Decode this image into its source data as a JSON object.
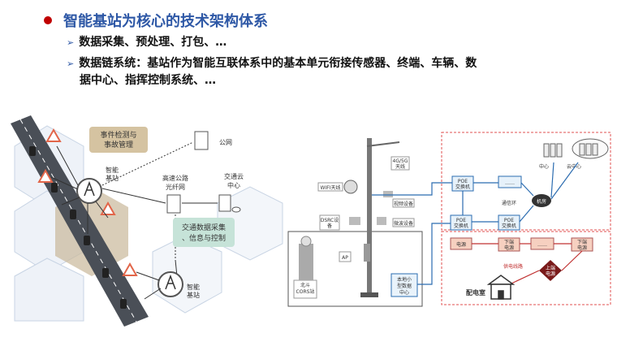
{
  "heading": "智能基站为核心的技术架构体系",
  "bullets": [
    "数据采集、预处理、打包、…",
    "数据链系统：基站作为智能互联体系中的基本单元衔接传感器、终端、车辆、数",
    "据中心、指挥控制系统、…"
  ],
  "left_diagram": {
    "event_box": [
      "事件检测与",
      "事故管理"
    ],
    "station_top": [
      "智能",
      "基站"
    ],
    "highway_net": [
      "高速公路",
      "光纤网"
    ],
    "public_net": "公网",
    "cloud_center": [
      "交通云",
      "中心"
    ],
    "traffic_box": [
      "交通数据采集",
      "、信息与控制"
    ],
    "station_bottom": [
      "智能",
      "基站"
    ]
  },
  "right_diagram": {
    "antenna_4g5g": [
      "4G/5G",
      "天线"
    ],
    "wifi": "WIFI天线",
    "video": "视频设备",
    "dsrc": [
      "DSRC设",
      "备"
    ],
    "radar": "微波设备",
    "ap": "AP",
    "beidou": [
      "北斗",
      "CORS站"
    ],
    "local_dc": [
      "本地小",
      "型数据",
      "中心"
    ],
    "poe_top": [
      "POE",
      "交换机"
    ],
    "poe_mid1": [
      "POE",
      "交换机"
    ],
    "poe_mid2": [
      "POE",
      "交换机"
    ],
    "ellipsis": "……",
    "comm_ring": "通信环",
    "center": "中心",
    "cloud": "云中心",
    "machine_room": "机房",
    "power": "电源",
    "lower_power1": [
      "下端",
      "电源"
    ],
    "lower_power2": [
      "下端",
      "电源"
    ],
    "power_line": "供电线路",
    "upper_power": [
      "上端",
      "电源"
    ],
    "distribution": "配电室"
  },
  "colors": {
    "heading": "#2e58a6",
    "bullet_dot": "#c00000",
    "dashed_red": "#e05050",
    "comm_blue": "#2b6cb0"
  }
}
